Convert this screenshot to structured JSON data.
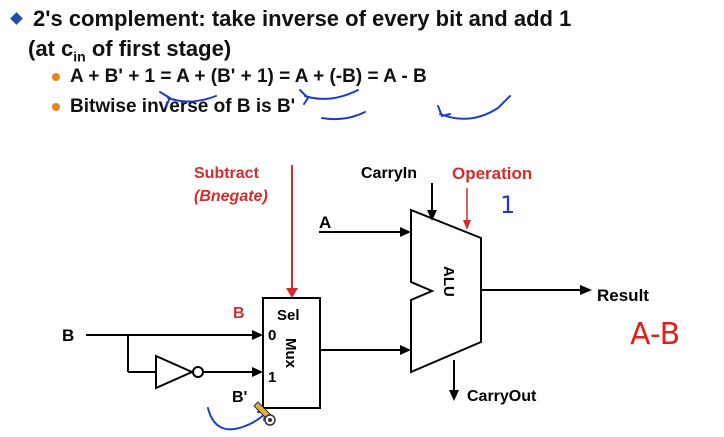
{
  "bullet_main": {
    "prefix": "2's complement: take inverse of every bit and add 1",
    "line2_pre": "(at c",
    "line2_sub": "in",
    "line2_post": " of first stage)"
  },
  "sub_bullets": [
    "A + B' + 1 = A + (B' + 1) = A + (-B) = A - B",
    "Bitwise inverse of B is B'"
  ],
  "diagram": {
    "subtract_label": "Subtract",
    "bnegate_label": "(Bnegate)",
    "carryin_label": "CarryIn",
    "operation_label": "Operation",
    "operation_value": "1",
    "input_a": "A",
    "input_b": "B",
    "mux_b_label": "B",
    "mux_bprime_label": "B'",
    "mux_sel": "Sel",
    "mux_zero": "0",
    "mux_one": "1",
    "mux_name": "Mux",
    "alu_name": "ALU",
    "result_label": "Result",
    "result_note": "A-B",
    "carryout_label": "CarryOut"
  },
  "colors": {
    "subtract_red": "#d52b2b",
    "ink_blue": "#1f3cc9",
    "result_red": "#e0201a",
    "bullet_orange": "#e7861a",
    "diamond_blue": "#1f4fa8"
  }
}
